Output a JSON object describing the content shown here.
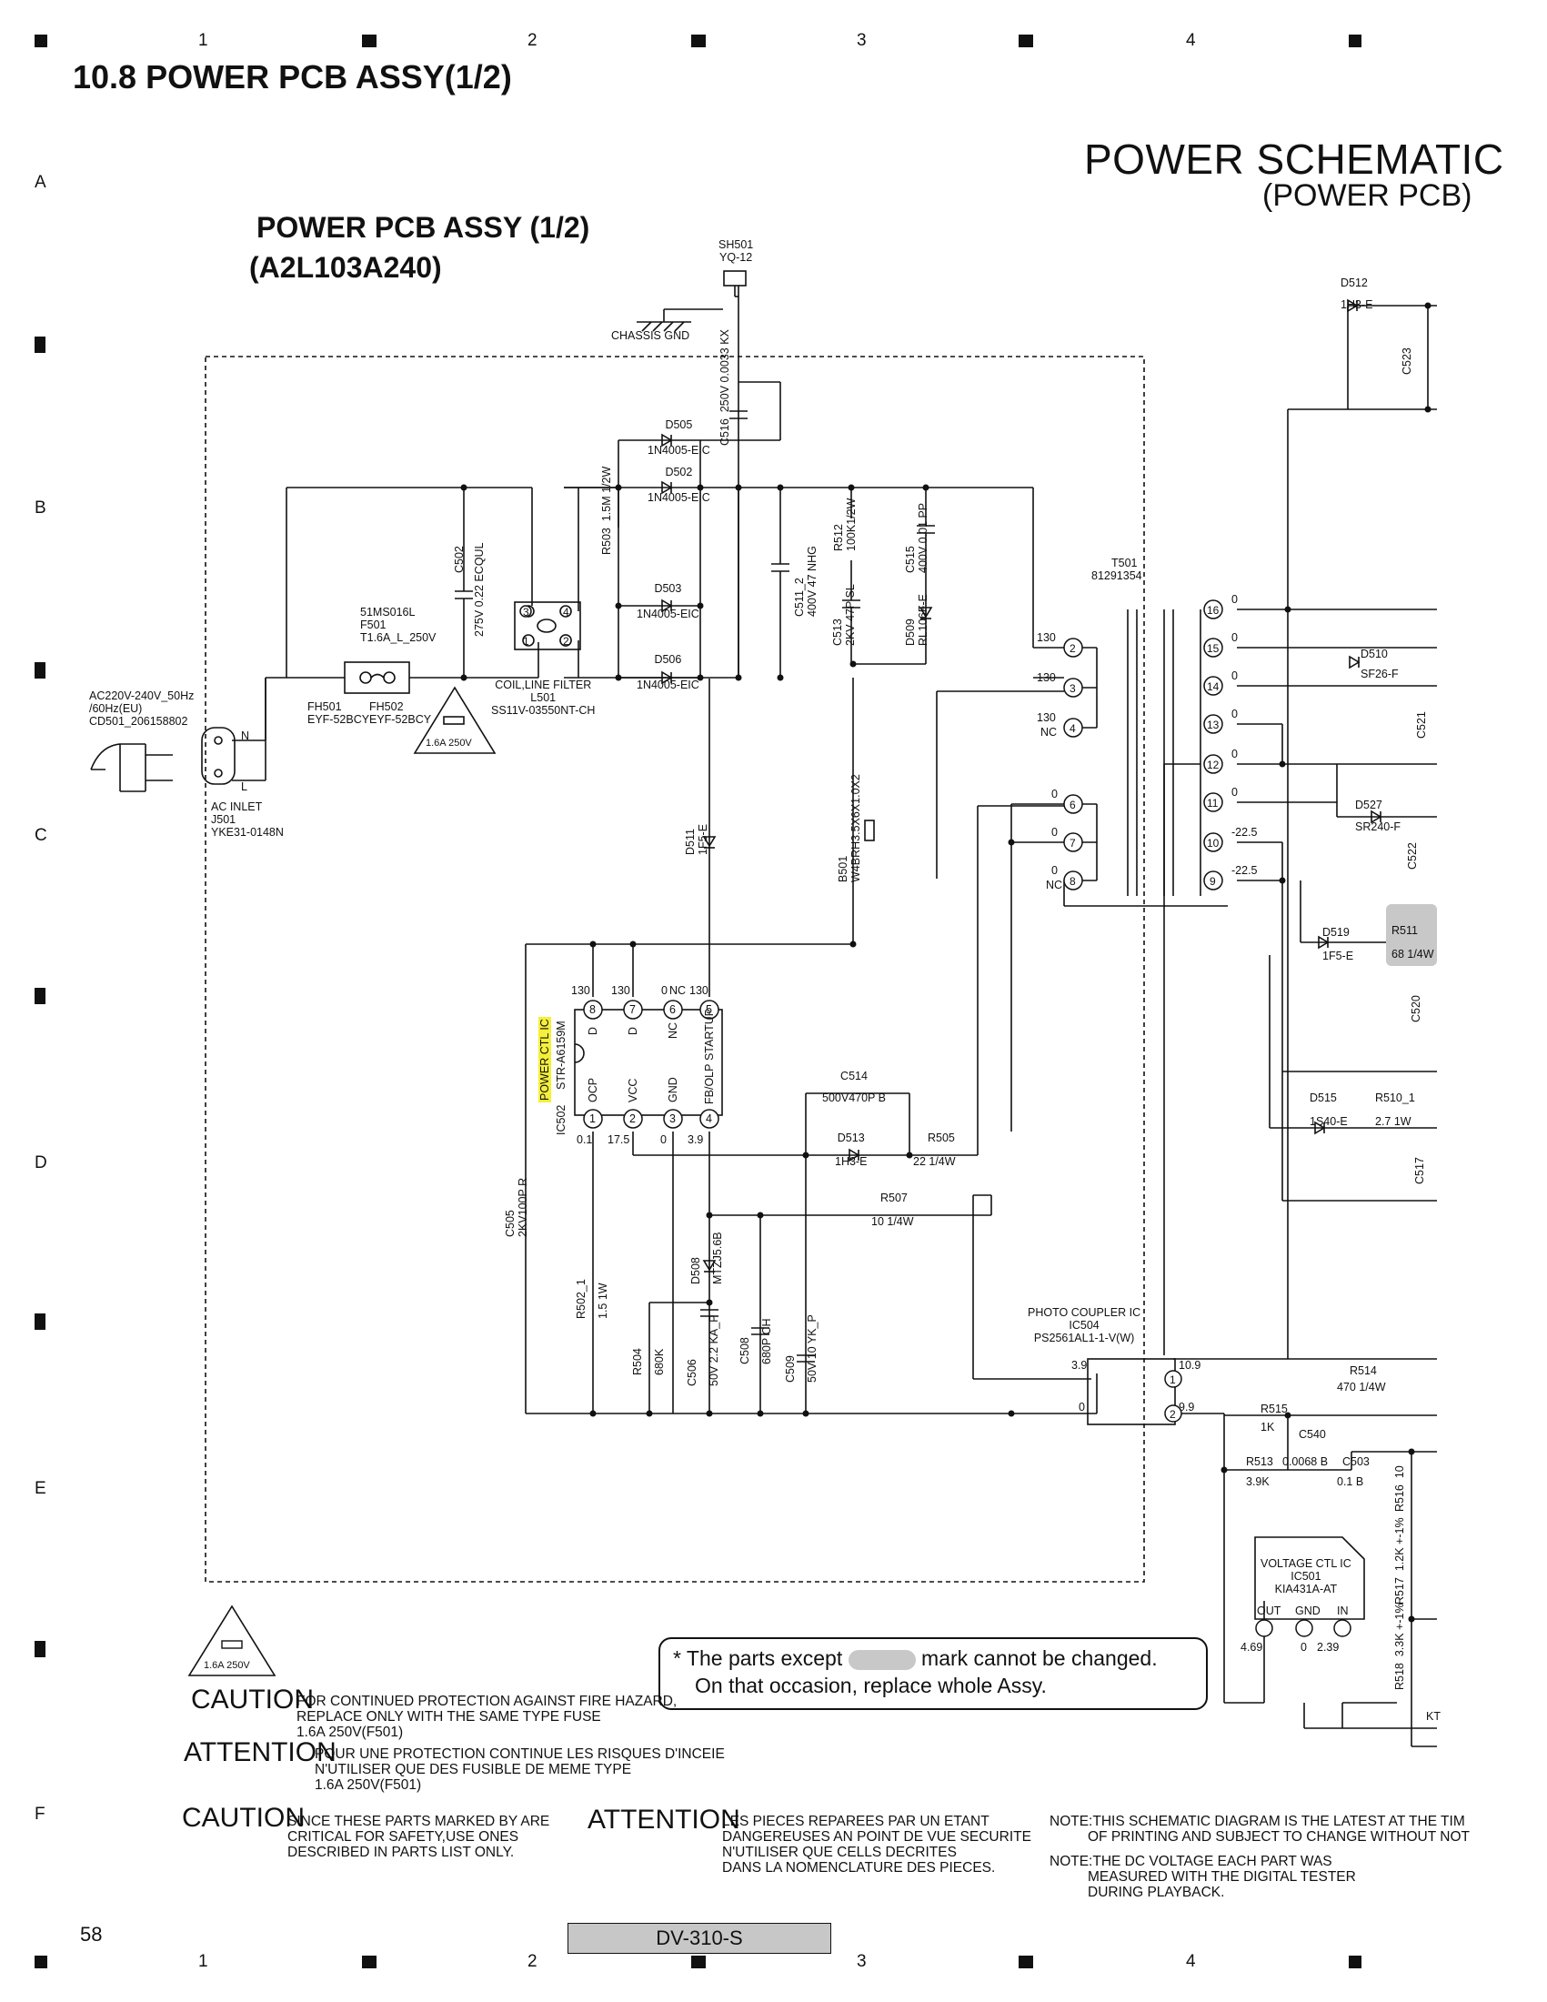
{
  "header": {
    "section_title": "10.8  POWER PCB ASSY(1/2)",
    "diagram_title": "POWER SCHEMATIC",
    "diagram_subtitle": "(POWER PCB)",
    "grid_cols": [
      "1",
      "2",
      "3",
      "4"
    ],
    "grid_rows": [
      "A",
      "B",
      "C",
      "D",
      "E",
      "F"
    ]
  },
  "assy": {
    "line1": "POWER PCB ASSY (1/2)",
    "line2": "(A2L103A240)"
  },
  "components": {
    "sh501": [
      "SH501",
      "YQ-12"
    ],
    "chassis_gnd": "CHASSIS GND",
    "cd501": [
      "AC220V-240V_50Hz",
      "/60Hz(EU)",
      "CD501_206158802"
    ],
    "j501": [
      "AC INLET",
      "J501",
      "YKE31-0148N"
    ],
    "n_label": "N",
    "l_label": "L",
    "f501": [
      "51MS016L",
      "F501",
      "T1.6A_L_250V"
    ],
    "fh501": [
      "FH501",
      "EYF-52BCY"
    ],
    "fh502": [
      "FH502",
      "EYF-52BCY"
    ],
    "fuse_tri": "1.6A 250V",
    "c502": [
      "C502",
      "275V 0.22  ECQUL"
    ],
    "l501": [
      "COIL,LINE FILTER",
      "L501",
      "SS11V-03550NT-CH"
    ],
    "r503": [
      "R503",
      "1.5M 1/2W"
    ],
    "d505": [
      "D505",
      "1N4005-EIC"
    ],
    "d502": [
      "D502",
      "1N4005-EIC"
    ],
    "d503": [
      "D503",
      "1N4005-EIC"
    ],
    "d506": [
      "D506",
      "1N4005-EIC"
    ],
    "c516": [
      "C516",
      "250V 0.0033  KX"
    ],
    "c511": [
      "C511_2",
      "400V 47 NHG"
    ],
    "r512": [
      "R512",
      "100K1/2W"
    ],
    "c515": [
      "C515",
      "400V 0.01  PP"
    ],
    "c513": [
      "C513",
      "2KV 47P  SL"
    ],
    "d509": [
      "D509",
      "RL106F-E"
    ],
    "t501": [
      "T501",
      "81291354"
    ],
    "d511": [
      "D511",
      "1F5-E"
    ],
    "b501": [
      "B501",
      "W4BRH3.5X6X1.0X2"
    ],
    "ic502": [
      "IC502",
      "STR-A6159M"
    ],
    "ic502_highlight": "POWER CTL IC",
    "ic502_pins": [
      "OCP",
      "VCC",
      "GND",
      "FB/OLP",
      "STARTUP",
      "NC",
      "D",
      "D"
    ],
    "ic502_pin_nums": [
      "1",
      "2",
      "3",
      "4",
      "5",
      "6",
      "7",
      "8"
    ],
    "ic502_volts_top": [
      "130",
      "130",
      "0",
      "NC",
      "130"
    ],
    "ic502_volts_bottom": [
      "0.1",
      "17.5",
      "0",
      "3.9"
    ],
    "c514": [
      "C514",
      "500V470P B"
    ],
    "d513": [
      "D513",
      "1H3-E"
    ],
    "r505": [
      "R505",
      "22  1/4W"
    ],
    "r507": [
      "R507",
      "10  1/4W"
    ],
    "c505": [
      "C505",
      "2KV100P R"
    ],
    "r502": [
      "R502_1",
      "1.5  1W"
    ],
    "d508": [
      "D508",
      "MTZJ5.6B"
    ],
    "r504": [
      "R504",
      "680K"
    ],
    "c506": [
      "C506",
      "50V 2.2  KA_P"
    ],
    "c508": [
      "C508",
      "680P CH"
    ],
    "c509": [
      "C509",
      "50V 10  YK_P"
    ],
    "ic504": [
      "PHOTO COUPLER IC",
      "IC504",
      "PS2561AL1-1-V(W)"
    ],
    "ic504_volts": [
      "3.9",
      "0",
      "10.9",
      "9.9"
    ],
    "d512": [
      "D512",
      "1H3-E"
    ],
    "c523": "C523",
    "d510": [
      "D510",
      "SF26-F"
    ],
    "c521": "C521",
    "d527": [
      "D527",
      "SR240-F"
    ],
    "c522": "C522",
    "d519": [
      "D519",
      "1F5-E"
    ],
    "r511": [
      "R511",
      "68  1/4W"
    ],
    "c520": "C520",
    "d515": [
      "D515",
      "1S40-E"
    ],
    "r510": [
      "R510_1",
      "2.7  1W"
    ],
    "c517": "C517",
    "r514": [
      "R514",
      "470  1/4W"
    ],
    "r515": [
      "R515",
      "1K"
    ],
    "c540": "C540",
    "r513": [
      "R513",
      "3.9K"
    ],
    "c540_val": "0.0068 B",
    "c503": [
      "C503",
      "0.1   B"
    ],
    "r516": [
      "R516",
      "10"
    ],
    "r517": [
      "R517",
      "1.2K  +-1%"
    ],
    "r518": [
      "R518",
      "3.3K  +-1%"
    ],
    "ic501": [
      "VOLTAGE CTL IC",
      "IC501",
      "KIA431A-AT"
    ],
    "ic501_pins": [
      "OUT",
      "GND",
      "IN"
    ],
    "ic501_volts": [
      "4.69",
      "0",
      "2.39"
    ],
    "kt_label": "KT",
    "t501_pri_volts": [
      "130",
      "130",
      "130",
      "NC",
      "0",
      "0",
      "0",
      "NC"
    ],
    "t501_sec_volts": [
      "0",
      "0",
      "0",
      "0",
      "0",
      "0",
      "-22.5",
      "-22.5"
    ]
  },
  "notes": {
    "parts_line1_a": "* The parts except",
    "parts_line1_b": "mark cannot be changed.",
    "parts_line2": "On that occasion, replace whole Assy.",
    "fuse_tri_caption": "1.6A 250V",
    "caution1_word": "CAUTION",
    "caution1_text": [
      "FOR CONTINUED PROTECTION AGAINST FIRE HAZARD,",
      "REPLACE ONLY WITH THE SAME TYPE FUSE",
      "1.6A 250V(F501)"
    ],
    "attention1_word": "ATTENTION",
    "attention1_text": [
      "POUR UNE PROTECTION CONTINUE LES RISQUES D'INCEIE",
      "N'UTILISER QUE DES FUSIBLE DE MEME TYPE",
      "1.6A 250V(F501)"
    ],
    "caution2_word": "CAUTION",
    "caution2_text": [
      "SINCE THESE PARTS MARKED BY    ARE",
      "CRITICAL FOR SAFETY,USE ONES",
      "DESCRIBED IN PARTS LIST ONLY."
    ],
    "attention2_word": "ATTENTION",
    "attention2_text": [
      "LES PIECES REPAREES PAR UN    ETANT",
      "DANGEREUSES AN POINT DE VUE SECURITE",
      "N'UTILISER QUE CELLS DECRITES",
      "DANS LA NOMENCLATURE DES PIECES."
    ],
    "note1": [
      "NOTE:THIS SCHEMATIC DIAGRAM IS THE LATEST AT THE TIM",
      "OF PRINTING AND SUBJECT TO CHANGE WITHOUT NOT"
    ],
    "note2": [
      "NOTE:THE DC VOLTAGE EACH PART WAS",
      "MEASURED WITH THE DIGITAL TESTER",
      "DURING PLAYBACK."
    ]
  },
  "footer": {
    "page_number": "58",
    "model": "DV-310-S"
  },
  "colors": {
    "line": "#111111",
    "highlight": "#f4ef3a",
    "changeable_mark": "#c8c8c8"
  }
}
